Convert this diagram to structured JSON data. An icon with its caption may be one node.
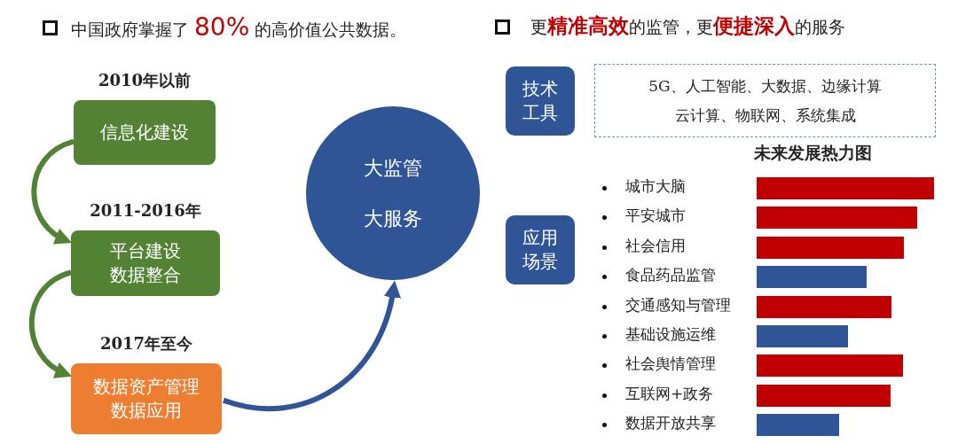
{
  "diagram": {
    "nodes": [
      {
        "text": [
          "信息化建设"
        ],
        "beside": [
          "2010年以前"
        ]
      },
      {
        "text": [
          "平台建设",
          "数据整合"
        ],
        "beside": [
          "2011-2016年"
        ]
      },
      {
        "text": [
          "数据资产管理",
          "数据应用"
        ],
        "beside": [
          "2017年至今"
        ]
      },
      {
        "text": [
          "大监管",
          "大服务"
        ]
      },
      {
        "text": [
          "技术工具"
        ]
      },
      {
        "text": [
          "5G、人工智能、大数据、边缘计算",
          "云计算、物联网、系统集成"
        ]
      },
      {
        "text": [
          "应用场景"
        ]
      }
    ],
    "edges": [
      {
        "from": 0,
        "to": 1,
        "arrow": "to"
      },
      {
        "from": 1,
        "to": 2,
        "arrow": "to"
      },
      {
        "from": 2,
        "to": 3,
        "arrow": "to",
        "color": "#2f5597"
      }
    ],
    "labels": [
      "中国政府掌握了 **80%** 的高价值公共数据。",
      "更**精准高效**的监管，更**便捷深入**的服务",
      "未来发展热力图",
      "城市大脑",
      "平安城市",
      "社会信用",
      "食品药品监管",
      "交通感知与管理",
      "基础设施运维",
      "社会舆情管理",
      "互联网+政务",
      "数据开放共享"
    ]
  }
}
